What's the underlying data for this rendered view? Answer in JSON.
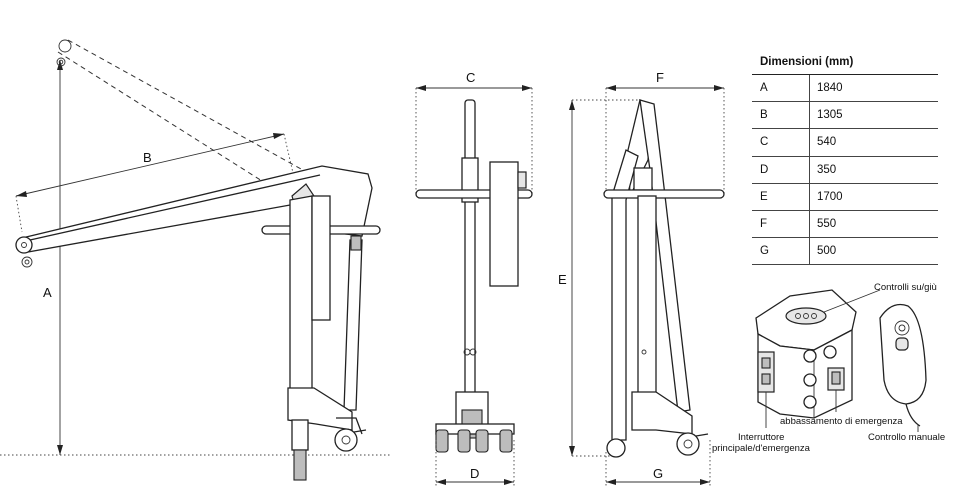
{
  "labels": {
    "A": "A",
    "B": "B",
    "C": "C",
    "D": "D",
    "E": "E",
    "F": "F",
    "G": "G"
  },
  "table": {
    "title": "Dimensioni (mm)",
    "rows": [
      {
        "key": "A",
        "value": "1840"
      },
      {
        "key": "B",
        "value": "1305"
      },
      {
        "key": "C",
        "value": "540"
      },
      {
        "key": "D",
        "value": "350"
      },
      {
        "key": "E",
        "value": "1700"
      },
      {
        "key": "F",
        "value": "550"
      },
      {
        "key": "G",
        "value": "500"
      }
    ]
  },
  "callouts": {
    "controls": "Controlli su/giù",
    "switch_line1": "Interruttore",
    "switch_line2": "principale/d'emergenza",
    "emergency_lowering": "abbassamento di emergenza",
    "manual_control": "Controllo manuale"
  }
}
